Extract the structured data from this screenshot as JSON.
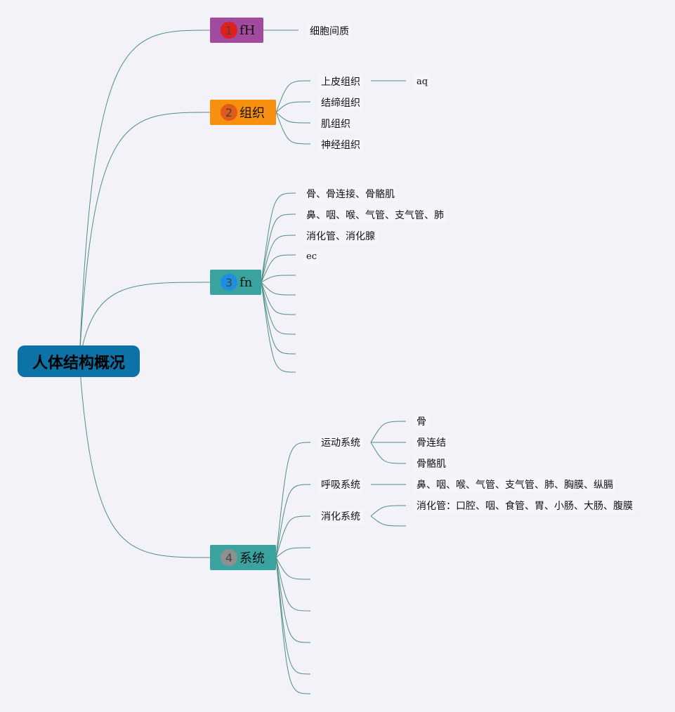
{
  "root": {
    "label": "人体结构概况",
    "color": "#0d72a6"
  },
  "branches": [
    {
      "id": "b1",
      "badge": "1",
      "label": "fH",
      "color": "#a24a9d",
      "badge_color": "#e0201a",
      "children": [
        {
          "label": "细胞间质",
          "children": []
        }
      ]
    },
    {
      "id": "b2",
      "badge": "2",
      "label": "组织",
      "color": "#f7900f",
      "badge_color": "#e05a1a",
      "children": [
        {
          "label": "上皮组织",
          "children": [
            {
              "label": "aq"
            }
          ]
        },
        {
          "label": "结缔组织",
          "children": []
        },
        {
          "label": "肌组织",
          "children": []
        },
        {
          "label": "神经组织",
          "children": []
        }
      ]
    },
    {
      "id": "b3",
      "badge": "3",
      "label": "fn",
      "color": "#3aa39f",
      "badge_color": "#1e8fe0",
      "children": [
        {
          "label": "骨、骨连接、骨骼肌"
        },
        {
          "label": "鼻、咽、喉、气管、支气管、肺"
        },
        {
          "label": "消化管、消化腺"
        },
        {
          "label": "ec"
        },
        {
          "label": ""
        },
        {
          "label": ""
        },
        {
          "label": ""
        },
        {
          "label": ""
        },
        {
          "label": ""
        },
        {
          "label": ""
        }
      ]
    },
    {
      "id": "b4",
      "badge": "4",
      "label": "系统",
      "color": "#3aa39f",
      "badge_color": "#8f8f8f",
      "children": [
        {
          "label": "运动系统",
          "children": [
            {
              "label": "骨"
            },
            {
              "label": "骨连结"
            },
            {
              "label": "骨骼肌"
            }
          ]
        },
        {
          "label": "呼吸系统",
          "children": [
            {
              "label": "鼻、咽、喉、气管、支气管、肺、胸膜、纵膈"
            }
          ]
        },
        {
          "label": "消化系统",
          "children": [
            {
              "label": "消化管：口腔、咽、食管、胃、小肠、大肠、腹膜"
            },
            {
              "label": ""
            }
          ]
        },
        {
          "label": ""
        },
        {
          "label": ""
        },
        {
          "label": ""
        },
        {
          "label": ""
        },
        {
          "label": ""
        },
        {
          "label": ""
        }
      ]
    }
  ],
  "colors": {
    "background": "#f3f2f8",
    "connector": "#4f8f86"
  }
}
